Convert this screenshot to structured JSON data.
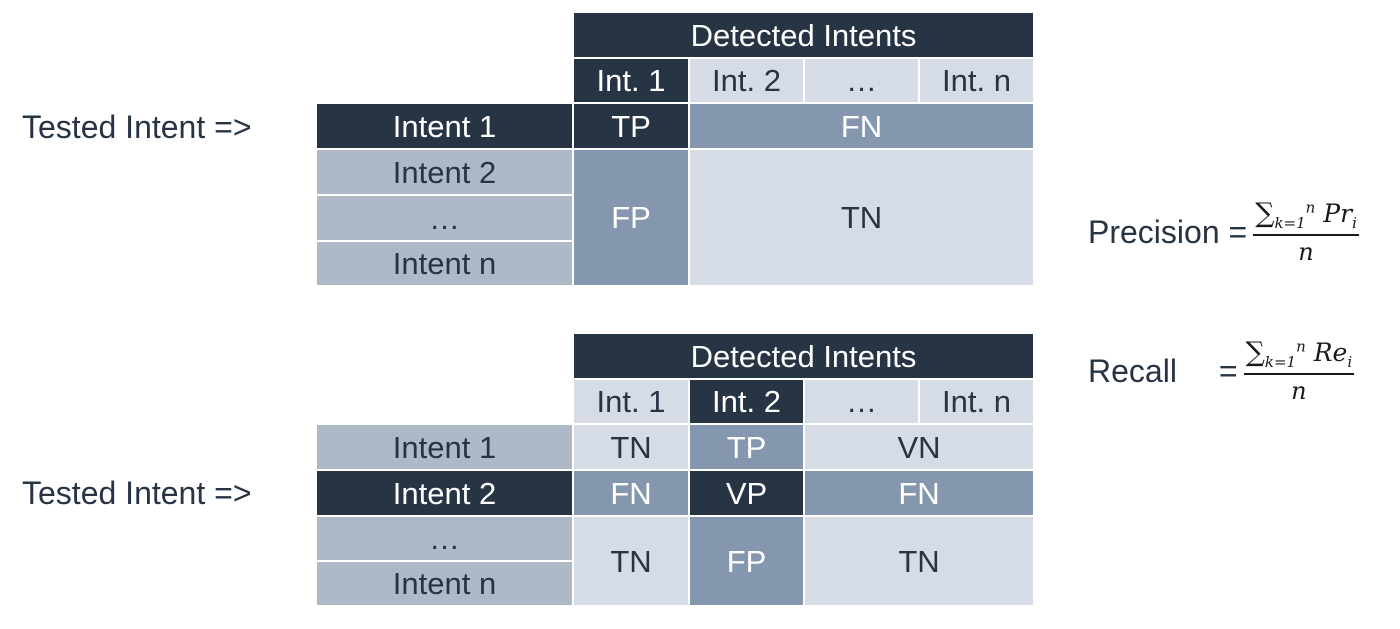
{
  "tested_label": "Tested Intent =>",
  "table1": {
    "header": "Detected Intents",
    "cols": [
      "Int. 1",
      "Int. 2",
      "…",
      "Int. n"
    ],
    "rows": [
      "Intent 1",
      "Intent 2",
      "…",
      "Intent n"
    ],
    "tp": "TP",
    "fn": "FN",
    "fp": "FP",
    "tn": "TN"
  },
  "table2": {
    "header": "Detected Intents",
    "cols": [
      "Int. 1",
      "Int. 2",
      "…",
      "Int. n"
    ],
    "rows": [
      "Intent 1",
      "Intent 2",
      "…",
      "Intent n"
    ],
    "r1c1": "TN",
    "r1c2": "TP",
    "r1c3": "VN",
    "r2c1": "FN",
    "r2c2": "VP",
    "r2c3": "FN",
    "r3c1": "TN",
    "r3c2": "FP",
    "r3c3": "TN"
  },
  "precision": {
    "label": "Precision =",
    "sum": "∑",
    "upper": "n",
    "lower": "k=1",
    "term": "Pr",
    "sub": "i",
    "den": "n"
  },
  "recall": {
    "label": "Recall",
    "eq": "=",
    "sum": "∑",
    "upper": "n",
    "lower": "k=1",
    "term": "Re",
    "sub": "i",
    "den": "n"
  }
}
